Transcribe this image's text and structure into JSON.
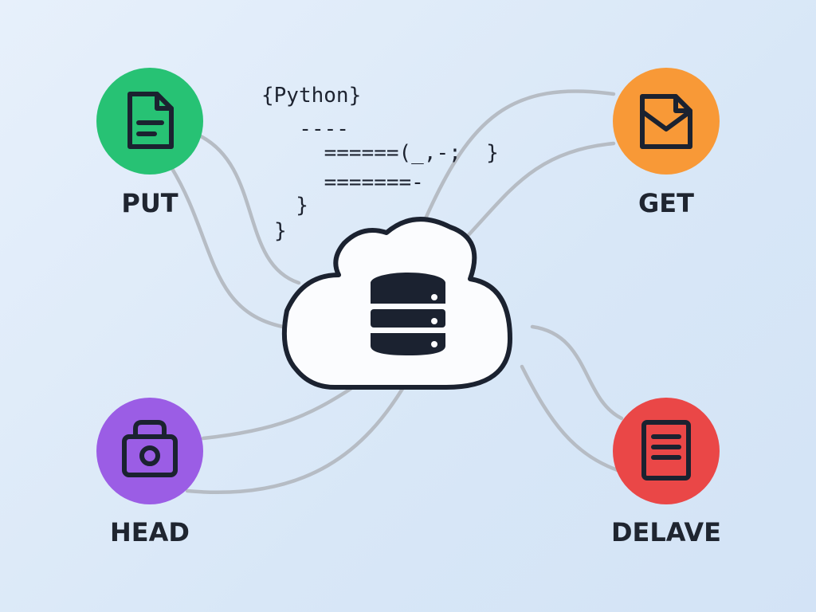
{
  "code_snippet": {
    "lines": [
      "{Python}",
      "  ----",
      "    ======(_,-;  }",
      "    =======-",
      "  }",
      "}"
    ]
  },
  "nodes": {
    "put": {
      "label": "PUT",
      "color": "#27c274",
      "icon": "document-icon"
    },
    "get": {
      "label": "GET",
      "color": "#f89937",
      "icon": "envelope-icon"
    },
    "head": {
      "label": "HEAD",
      "color": "#9b5de5",
      "icon": "lock-icon"
    },
    "delete": {
      "label": "DELAVE",
      "color": "#ea4747",
      "icon": "document-lines-icon"
    }
  },
  "center": {
    "icon": "database-icon",
    "container": "cloud"
  },
  "colors": {
    "wire": "#b6bcc4",
    "outline": "#1b2230",
    "cloud_fill": "#fbfcfe"
  }
}
